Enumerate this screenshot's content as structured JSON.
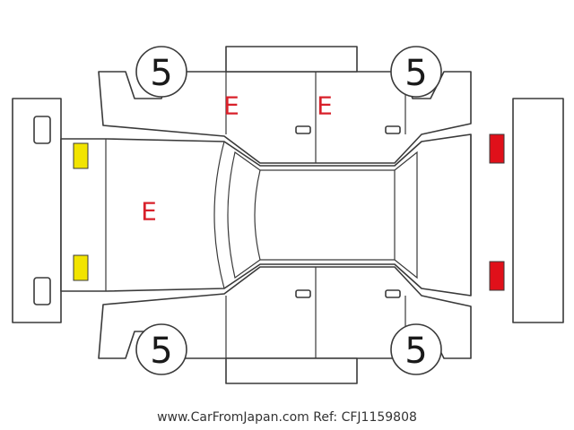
{
  "tires": {
    "front_left": "5",
    "front_right": "5",
    "rear_left": "5",
    "rear_right": "5"
  },
  "damage_marks": {
    "front_door": "E",
    "rear_door": "E",
    "hood": "E"
  },
  "lamp_colors": {
    "front": "#f2e400",
    "rear": "#e0101a"
  },
  "footer": {
    "watermark": "www.CarFromJapan.com Ref: CFJ1159808"
  }
}
